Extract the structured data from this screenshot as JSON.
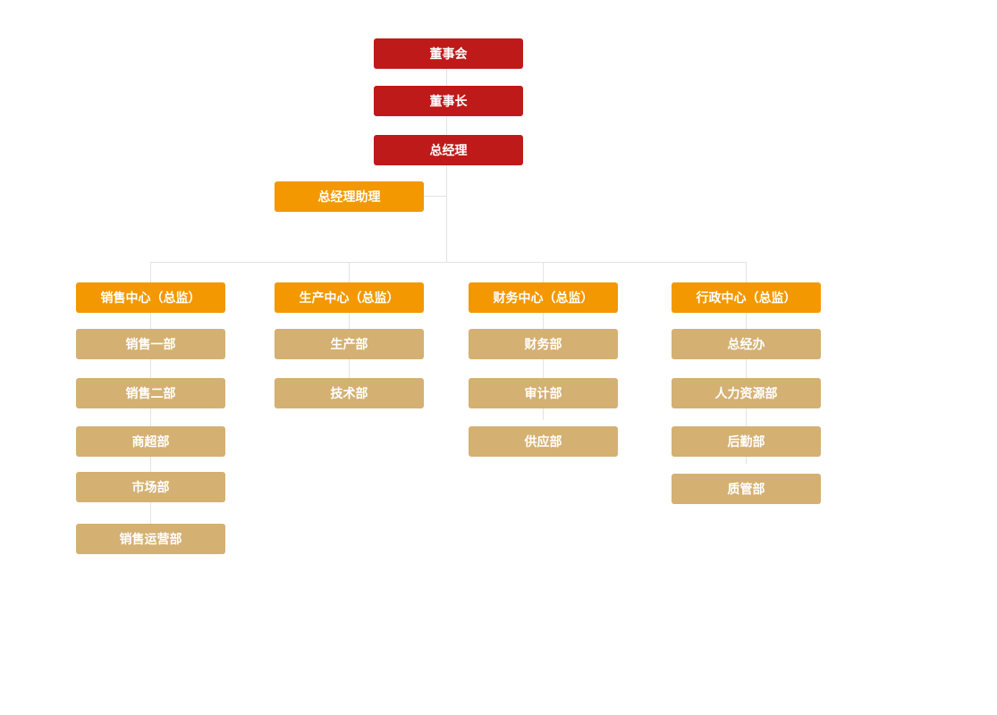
{
  "colors": {
    "executive": "#be1a1a",
    "center": "#f39800",
    "department": "#d4b073",
    "connector": "#e3e3e3"
  },
  "executives": [
    "董事会",
    "董事长",
    "总经理"
  ],
  "assistant": "总经理助理",
  "centers": [
    {
      "name": "销售中心（总监）",
      "departments": [
        "销售一部",
        "销售二部",
        "商超部",
        "市场部",
        "销售运营部"
      ]
    },
    {
      "name": "生产中心（总监）",
      "departments": [
        "生产部",
        "技术部"
      ]
    },
    {
      "name": "财务中心（总监）",
      "departments": [
        "财务部",
        "审计部",
        "供应部"
      ]
    },
    {
      "name": "行政中心（总监）",
      "departments": [
        "总经办",
        "人力资源部",
        "后勤部",
        "质管部"
      ]
    }
  ]
}
